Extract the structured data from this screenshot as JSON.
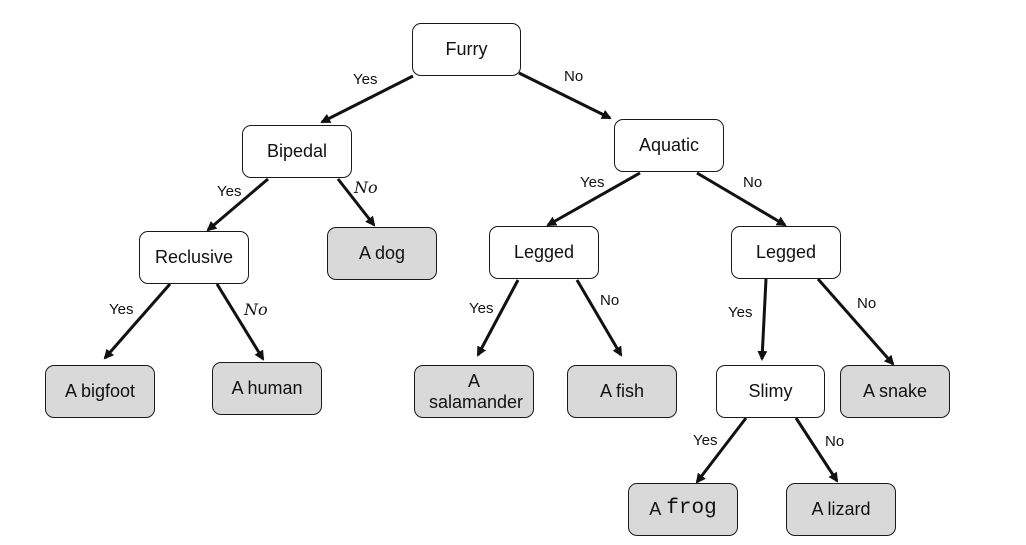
{
  "nodes": {
    "furry": "Furry",
    "bipedal": "Bipedal",
    "aquatic": "Aquatic",
    "reclusive": "Reclusive",
    "dog": "A dog",
    "legged_aquatic": "Legged",
    "legged_land": "Legged",
    "bigfoot": "A bigfoot",
    "human": "A human",
    "salamander": "A salamander",
    "fish": "A fish",
    "slimy": "Slimy",
    "snake": "A snake",
    "frog_prefix": "A",
    "frog_word": "frog",
    "lizard": "A lizard"
  },
  "edge_labels": {
    "furry_yes": "Yes",
    "furry_no": "No",
    "bipedal_yes": "Yes",
    "bipedal_no": "No",
    "reclusive_yes": "Yes",
    "reclusive_no": "No",
    "aquatic_yes": "Yes",
    "aquatic_no": "No",
    "legged_aquatic_yes": "Yes",
    "legged_aquatic_no": "No",
    "legged_land_yes": "Yes",
    "legged_land_no": "No",
    "slimy_yes": "Yes",
    "slimy_no": "No"
  }
}
